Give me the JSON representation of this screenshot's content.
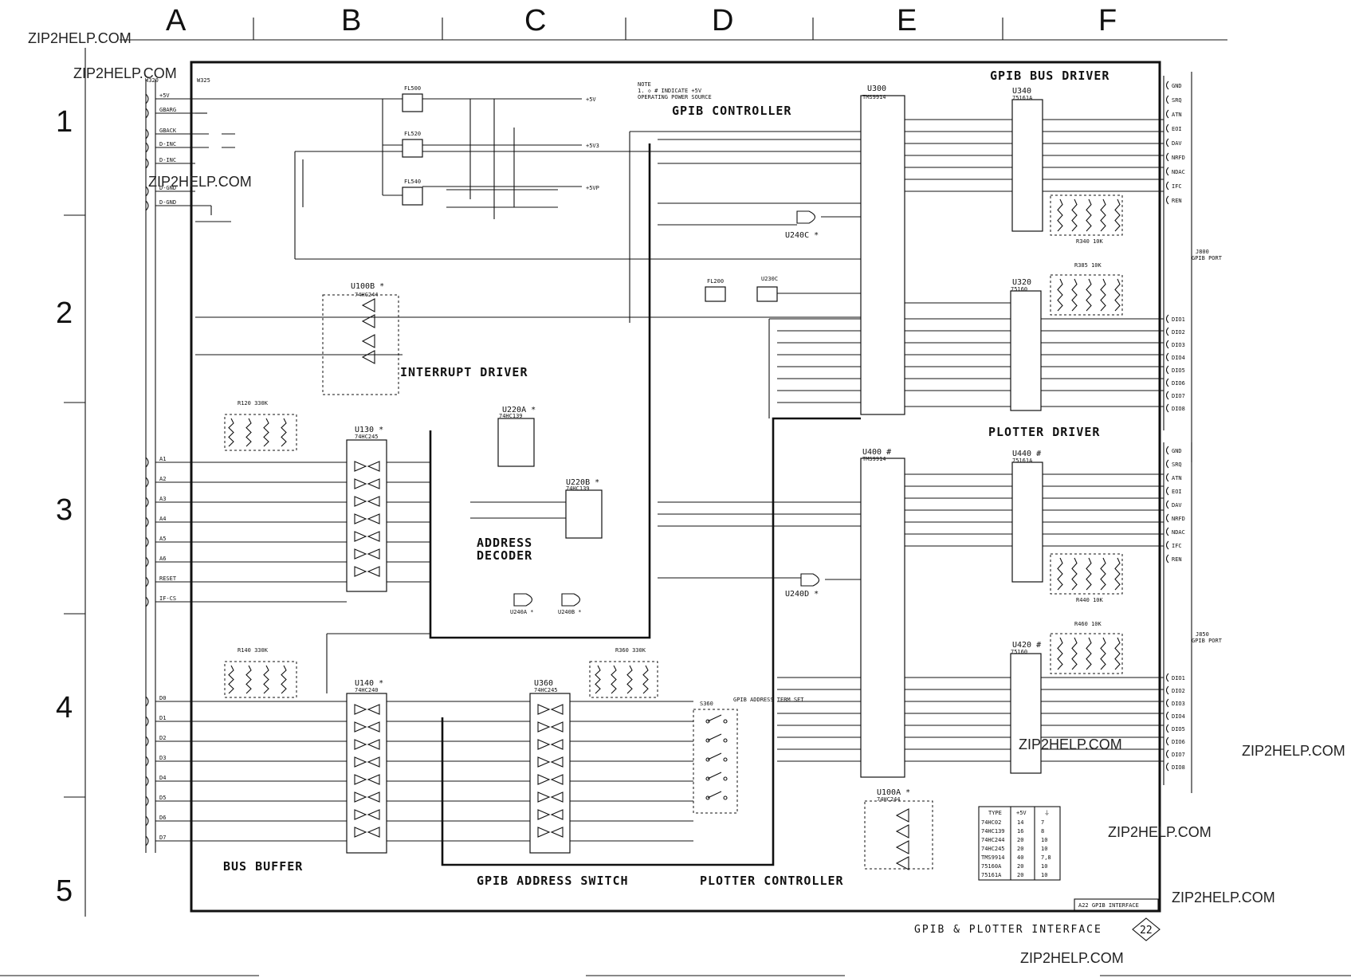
{
  "grid": {
    "columns": [
      "A",
      "B",
      "C",
      "D",
      "E",
      "F"
    ],
    "rows": [
      "1",
      "2",
      "3",
      "4",
      "5"
    ]
  },
  "watermarks": [
    "ZIP2HELP.COM",
    "ZIP2HELP.COM",
    "ZIP2HELP.COM",
    "ZIP2HELP.COM",
    "ZIP2HELP.COM",
    "ZIP2HELP.COM",
    "ZIP2HELP.COM",
    "ZIP2HELP.COM"
  ],
  "sections": {
    "gpib_bus_driver": "GPIB BUS DRIVER",
    "gpib_controller": "GPIB CONTROLLER",
    "interrupt_driver": "INTERRUPT DRIVER",
    "plotter_driver": "PLOTTER DRIVER",
    "address_decoder_1": "ADDRESS",
    "address_decoder_2": "DECODER",
    "bus_buffer": "BUS BUFFER",
    "gpib_address_switch": "GPIB ADDRESS SWITCH",
    "plotter_controller": "PLOTTER CONTROLLER"
  },
  "footer": {
    "board_label": "A22 GPIB INTERFACE",
    "title": "GPIB & PLOTTER INTERFACE",
    "page_number": "22"
  },
  "notes": {
    "note_line1": "NOTE",
    "note_line2": "1. ◇ # INDICATE +5V",
    "note_line3": "OPERATING POWER SOURCE"
  },
  "chips": {
    "u300": "U300",
    "u300_type": "TMS9914",
    "u340": "U340",
    "u340_type": "75161A",
    "u320": "U320",
    "u320_type": "75160",
    "u400": "U400 #",
    "u400_type": "TMS9914",
    "u440": "U440 #",
    "u440_type": "75161A",
    "u420": "U420 #",
    "u420_type": "75160",
    "u100b": "U100B *",
    "u100b_type": "74HC244",
    "u130": "U130 *",
    "u130_type": "74HC245",
    "u220a": "U220A *",
    "u220a_type": "74HC139",
    "u220b": "U220B *",
    "u220b_type": "74HC139",
    "u140": "U140 *",
    "u140_type": "74HC240",
    "u360": "U360",
    "u360_type": "74HC245",
    "u100a": "U100A *",
    "u100a_type": "74HC244",
    "u240c": "U240C *",
    "u240a": "U240A *",
    "u240b": "U240B *",
    "u240d": "U240D *",
    "u230c": "U230C",
    "s360": "S360"
  },
  "connector_left_top": [
    "+5V",
    "GBARG",
    "GBACK",
    "D-INC",
    "D-INC",
    "D-GND",
    "D-GND"
  ],
  "connector_left_signals": [
    "A1",
    "A2",
    "A3",
    "A4",
    "A5",
    "A6",
    "RESET",
    "IF-CS"
  ],
  "connector_left_data": [
    "D0",
    "D1",
    "D2",
    "D3",
    "D4",
    "D5",
    "D6",
    "D7"
  ],
  "gpib_port_signals": [
    "GND",
    "SRQ",
    "ATN",
    "EOI",
    "DAV",
    "NRFD",
    "NDAC",
    "IFC",
    "REN"
  ],
  "gpib_data_signals": [
    "DIO1",
    "DIO2",
    "DIO3",
    "DIO4",
    "DIO5",
    "DIO6",
    "DIO7",
    "DIO8"
  ],
  "plotter_port_signals": [
    "GND",
    "SRQ",
    "ATN",
    "EOI",
    "DAV",
    "NRFD",
    "NDAC",
    "IFC",
    "REN"
  ],
  "plotter_data_signals": [
    "DIO1",
    "DIO2",
    "DIO3",
    "DIO4",
    "DIO5",
    "DIO6",
    "DIO7",
    "DIO8"
  ],
  "type_table": {
    "headers": [
      "TYPE",
      "+5V",
      "⏚"
    ],
    "rows": [
      [
        "74HC02",
        "14",
        "7"
      ],
      [
        "74HC139",
        "16",
        "8"
      ],
      [
        "74HC244",
        "20",
        "10"
      ],
      [
        "74HC245",
        "20",
        "10"
      ],
      [
        "TMS9914",
        "40",
        "7,8"
      ],
      [
        "75160A",
        "20",
        "10"
      ],
      [
        "75161A",
        "20",
        "10"
      ]
    ]
  },
  "labels": {
    "gpib_port": "J800\nGPIB PORT",
    "plotter_port": "J850\nGPIB PORT",
    "resistor_r120": "R120\n330K",
    "resistor_r140": "R140\n330K",
    "resistor_r360": "R360\n330K",
    "resistor_r340": "R340\n10K",
    "resistor_r385": "R385\n10K",
    "resistor_r440": "R440\n10K",
    "resistor_r460": "R460\n10K",
    "fl500": "FL500",
    "fl520": "FL520",
    "fl540": "FL540",
    "fl200": "FL200",
    "plus5v": "+5V",
    "plus5v3": "+5V3",
    "plus5vp": "+5VP",
    "addr_switch_note": "GPIB\nADDRESS TERM\nSET",
    "u300_header_5v": "+5V"
  }
}
